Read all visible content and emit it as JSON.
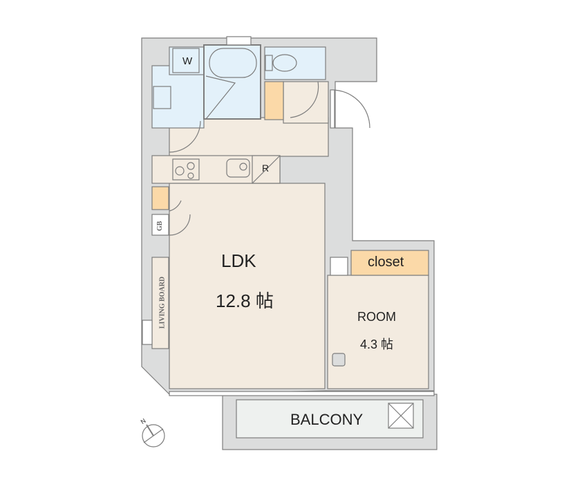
{
  "rooms": {
    "ldk": {
      "name": "LDK",
      "size": "12.8 帖"
    },
    "room": {
      "name": "ROOM",
      "size": "4.3 帖"
    },
    "closet": "closet",
    "balcony": "BALCONY",
    "washer": "W",
    "refrigerator": "R",
    "garbage": "GB",
    "living_board": "LIVING BOARD"
  },
  "compass": "N",
  "colors": {
    "wall": "#dcdddd",
    "floor": "#f3ebe0",
    "wet": "#e3f1fa",
    "storage": "#fbd9a8",
    "line": "#7d7d7d"
  }
}
